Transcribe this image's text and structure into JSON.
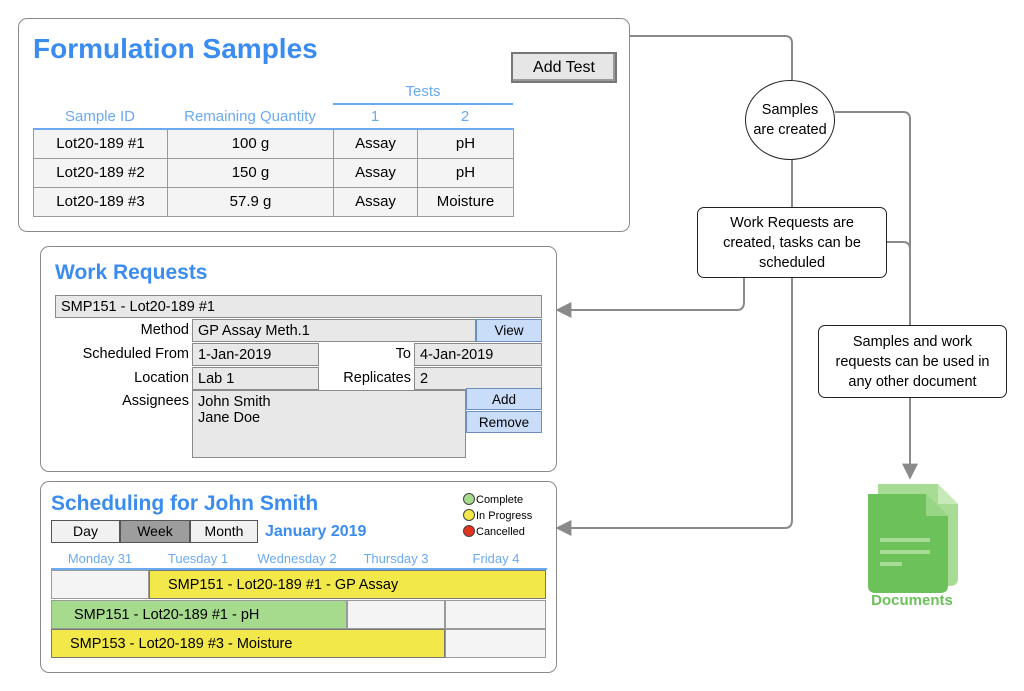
{
  "formulation": {
    "title": "Formulation Samples",
    "add_test": "Add Test",
    "headers": {
      "sample_id": "Sample ID",
      "remaining": "Remaining Quantity",
      "tests": "Tests",
      "test1": "1",
      "test2": "2"
    },
    "rows": [
      {
        "id": "Lot20-189 #1",
        "qty": "100 g",
        "t1": "Assay",
        "t2": "pH"
      },
      {
        "id": "Lot20-189 #2",
        "qty": "150 g",
        "t1": "Assay",
        "t2": "pH"
      },
      {
        "id": "Lot20-189 #3",
        "qty": "57.9 g",
        "t1": "Assay",
        "t2": "Moisture"
      }
    ]
  },
  "work_requests": {
    "title": "Work Requests",
    "header": "SMP151 - Lot20-189 #1",
    "method_label": "Method",
    "method_value": "GP Assay Meth.1",
    "view": "View",
    "from_label": "Scheduled From",
    "from_value": "1-Jan-2019",
    "to_label": "To",
    "to_value": "4-Jan-2019",
    "location_label": "Location",
    "location_value": "Lab 1",
    "replicates_label": "Replicates",
    "replicates_value": "2",
    "assignees_label": "Assignees",
    "assignees": [
      "John Smith",
      "Jane Doe"
    ],
    "add": "Add",
    "remove": "Remove"
  },
  "scheduling": {
    "title": "Scheduling for John Smith",
    "tabs": [
      "Day",
      "Week",
      "Month"
    ],
    "selected_tab": "Week",
    "month": "January 2019",
    "days": [
      "Monday 31",
      "Tuesday 1",
      "Wednesday 2",
      "Thursday 3",
      "Friday 4"
    ],
    "legend": [
      {
        "label": "Complete",
        "color": "#a6db8e"
      },
      {
        "label": "In Progress",
        "color": "#f2e84a"
      },
      {
        "label": "Cancelled",
        "color": "#e2331e"
      }
    ],
    "tasks": [
      {
        "label": "SMP151 - Lot20-189 #1 - GP Assay",
        "status": "In Progress"
      },
      {
        "label": "SMP151 - Lot20-189 #1 - pH",
        "status": "Complete"
      },
      {
        "label": "SMP153 - Lot20-189 #3 - Moisture",
        "status": "In Progress"
      }
    ]
  },
  "flow": {
    "samples_created": "Samples are created",
    "work_requests_created": "Work Requests are created, tasks can be scheduled",
    "any_document": "Samples and work requests can be used in any other document",
    "documents_label": "Documents",
    "documents_icon": "document-icon"
  },
  "colors": {
    "accent_blue": "#3b8cf0",
    "header_blue": "#6aaaf2",
    "complete_green": "#a6db8e",
    "in_progress_yellow": "#f2e84a",
    "cancelled_red": "#e2331e",
    "documents_green": "#6cc15a"
  }
}
